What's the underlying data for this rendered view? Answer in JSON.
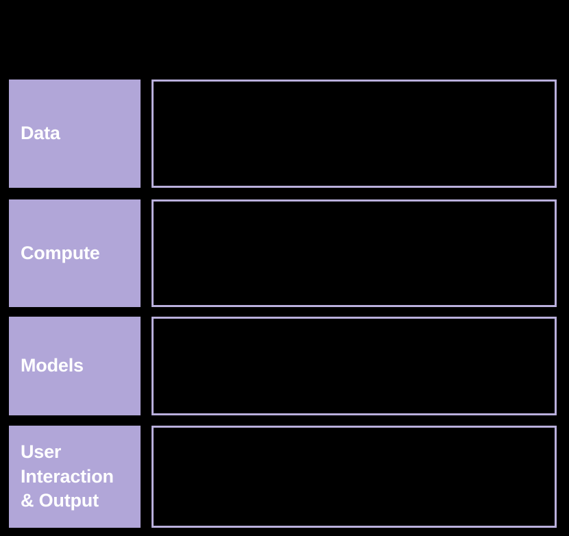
{
  "slide": {
    "background_color": "#000000",
    "label_cell_color": "#b1a6d8",
    "label_text_color": "#ffffff",
    "content_border_color": "#bab0dd",
    "content_fill_color": "#000000"
  },
  "rows": [
    {
      "label": "Data",
      "content": ""
    },
    {
      "label": "Compute",
      "content": ""
    },
    {
      "label": "Models",
      "content": ""
    },
    {
      "label": "User\nInteraction\n& Output",
      "content": ""
    }
  ]
}
